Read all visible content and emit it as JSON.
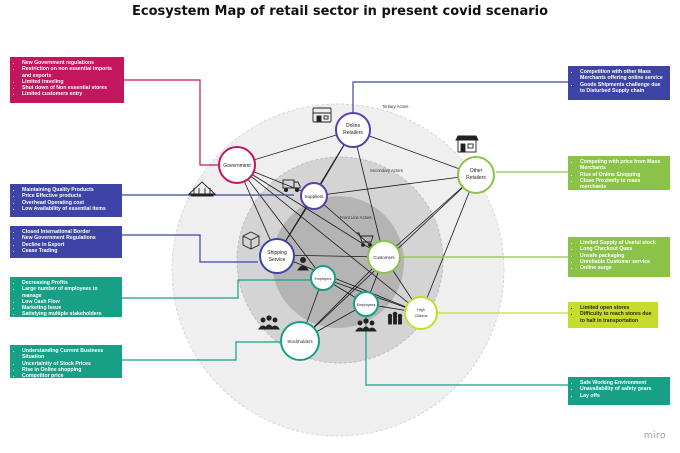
{
  "title": "Ecosystem Map of retail sector in present covid scenario",
  "logo": "miro",
  "rings": {
    "tertiary": "Tertiary Actors",
    "secondary": "Secondary Actors",
    "front": "Front Line Actors"
  },
  "nodes": {
    "government": "Government",
    "online_retailers": [
      "Online",
      "Retailers"
    ],
    "other_retailers": [
      "Other",
      "Retailers"
    ],
    "suppliers": "Suppliers",
    "shipping_service": [
      "Shipping",
      "Service"
    ],
    "customers": "Customers",
    "employers": "Employers",
    "employees": "Employees",
    "high_citizens": [
      "High",
      "Citizens"
    ],
    "stockholders": "Stockholders"
  },
  "boxes": {
    "pink_gov": [
      "New Government regulations",
      "Restriction on non essential imports and exports",
      "Limited traveling",
      "Shut down of Non essential stores",
      "Limited customers entry"
    ],
    "navy_online": [
      "Competition with other Mass Merchants offering online service",
      "Goods Shipments challenge due to Disturbed Supply chain"
    ],
    "green_other": [
      "Competing with price from Mass Merchants",
      "Rise of Online Shopping",
      "Close Proximity to mass merchants"
    ],
    "navy_suppliers": [
      "Maintaining Quality Products",
      "Price Effective products",
      "Overhead Operating cost",
      "Low Availability of essential items"
    ],
    "navy_shipping": [
      "Closed International Border",
      "New Government Regulations",
      "Decline in Export",
      "Cease Trading"
    ],
    "green_customers": [
      "Limited Supply of Useful stock",
      "Long Checkout Ques",
      "Unsafe packaging",
      "Unreliable Customer service",
      "Online surge"
    ],
    "teal_employers": [
      "Decreasing Profits",
      "Large number of employees to manage",
      "Low Cash Flow",
      "Marketing Issue",
      "Satisfying multiple stakeholders"
    ],
    "lime_citizens": [
      "Limited open stores",
      "Difficulty to reach stores due to halt in transportation"
    ],
    "teal_stockholders": [
      "Understanding Current Business Situation",
      "Uncertainity of Stock Prices",
      "Rise in Online shopping",
      "Competitor price"
    ],
    "teal_employees": [
      "Safe Working Environment",
      "Unavailability of safety gears",
      "Lay offs"
    ]
  },
  "colors": {
    "pink": "#c4165e",
    "navy": "#3c44a6",
    "green": "#8bc34a",
    "lime": "#c6dc2c",
    "teal": "#17a086",
    "node_ring_red": "#c4165e",
    "node_ring_purple": "#5b3fa8"
  },
  "icons": [
    "government-building-icon",
    "online-store-icon",
    "other-store-icon",
    "supplier-truck-icon",
    "shipping-box-icon",
    "employer-person-icon",
    "customer-cart-icon",
    "employees-group-icon",
    "citizens-group-icon",
    "stockholders-group-icon"
  ]
}
